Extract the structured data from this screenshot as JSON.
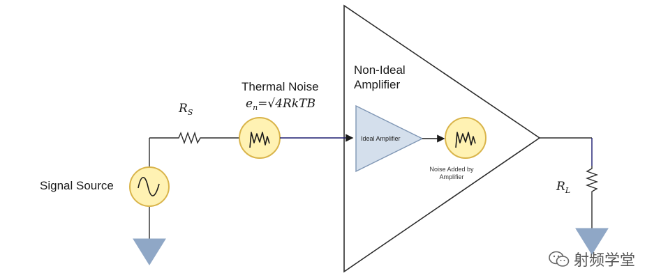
{
  "labels": {
    "signal_source": "Signal Source",
    "thermal_noise": "Thermal Noise",
    "equation_lhs": "e",
    "equation_lhs_sub": "n",
    "equation_rhs": "=√4RkTB",
    "rs_main": "R",
    "rs_sub": "S",
    "rl_main": "R",
    "rl_sub": "L",
    "non_ideal_line1": "Non-Ideal",
    "non_ideal_line2": "Amplifier",
    "ideal_amplifier": "Ideal Amplifier",
    "noise_added_line1": "Noise Added by",
    "noise_added_line2": "Amplifier"
  },
  "watermark": {
    "text": "射频学堂",
    "icon": "wechat-icon"
  },
  "colors": {
    "wire": "#2b2b2b",
    "signal_wire": "#1a1a6e",
    "source_fill": "#fff2b3",
    "source_stroke": "#d9b44a",
    "ground_fill": "#8fa7c6",
    "ideal_amp_fill": "#d4dfec",
    "ideal_amp_stroke": "#7f96b4"
  }
}
